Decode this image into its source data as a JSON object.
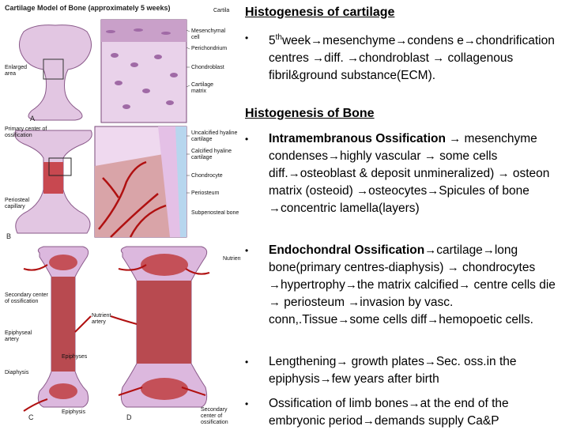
{
  "figure": {
    "title": "Cartilage Model of Bone (approximately 5 weeks)",
    "header_fragment": "Cartila",
    "labels": {
      "mesenchymal_cell": "Mesenchymal cell",
      "perichondrium": "Perichondrium",
      "enlarged_area": "Enlarged area",
      "chondroblast": "Chondroblast",
      "cartilage_matrix": "Cartilage matrix",
      "primary_center": "Primary center of ossification",
      "uncalcified": "Uncalcified hyaline cartilage",
      "calcified": "Calcified hyaline cartilage",
      "chondrocyte": "Chondrocyte",
      "periosteum": "Periosteum",
      "periosteal_capillary": "Periosteal capillary",
      "subperiosteal_bone": "Subperiosteal bone",
      "nutrient_artery_right": "Nutrient ar",
      "secondary_center": "Secondary center of ossification",
      "epiphyseal_artery": "Epiphyseal artery",
      "nutrient_artery": "Nutrient artery",
      "diaphysis": "Diaphysis",
      "epiphyses": "Epiphyses",
      "epiphysis": "Epiphysis",
      "secondary_center_d": "Secondary center of ossification"
    },
    "letters": {
      "a": "A",
      "b": "B",
      "c": "C",
      "d": "D"
    }
  },
  "cartilage": {
    "heading": "Histogenesis of cartilage",
    "bullet": {
      "p1": "5",
      "sup": "th",
      "p2": "week",
      "p3": "mesenchyme",
      "p4": "condens e",
      "p5": "chondrification centres ",
      "p6": "diff. ",
      "p7": "chondroblast ",
      "p8": " collagenous fibril&ground substance(ECM)."
    }
  },
  "bone": {
    "heading": "Histogenesis of Bone",
    "b1": {
      "bold": "Intramembranous Ossification ",
      "t1": " mesenchyme condenses",
      "t2": "highly vascular ",
      "t3": " some cells diff.",
      "t4": "osteoblast & deposit unmineralized) ",
      "t5": " osteon matrix (osteoid) ",
      "t6": "osteocytes",
      "t7": "Spicules of bone ",
      "t8": "concentric lamella(layers)"
    },
    "b2": {
      "bold": "Endochondral Ossification",
      "t1": "cartilage",
      "t2": "long bone(primary centres-diaphysis) ",
      "t3": " chondrocytes ",
      "t4": "hypertrophy",
      "t5": "the matrix calcified",
      "t6": " centre cells die ",
      "t7": " periosteum ",
      "t8": "invasion by vasc. conn,.Tissue",
      "t9": "some cells diff",
      "t10": "hemopoetic cells."
    },
    "b3": {
      "t1": "Lengthening",
      "t2": " growth plates",
      "t3": "Sec. oss.in the epiphysis",
      "t4": "few years after birth"
    },
    "b4": {
      "t1": "Ossification of limb bones",
      "t2": "at the end of the embryonic period",
      "t3": "demands supply Ca&P"
    }
  },
  "colors": {
    "cartilage": "#c8a6c8",
    "bone": "#b5454a",
    "vessel": "#b01010",
    "text": "#000000"
  },
  "icons": {
    "arrow": "→",
    "bullet": "•"
  }
}
